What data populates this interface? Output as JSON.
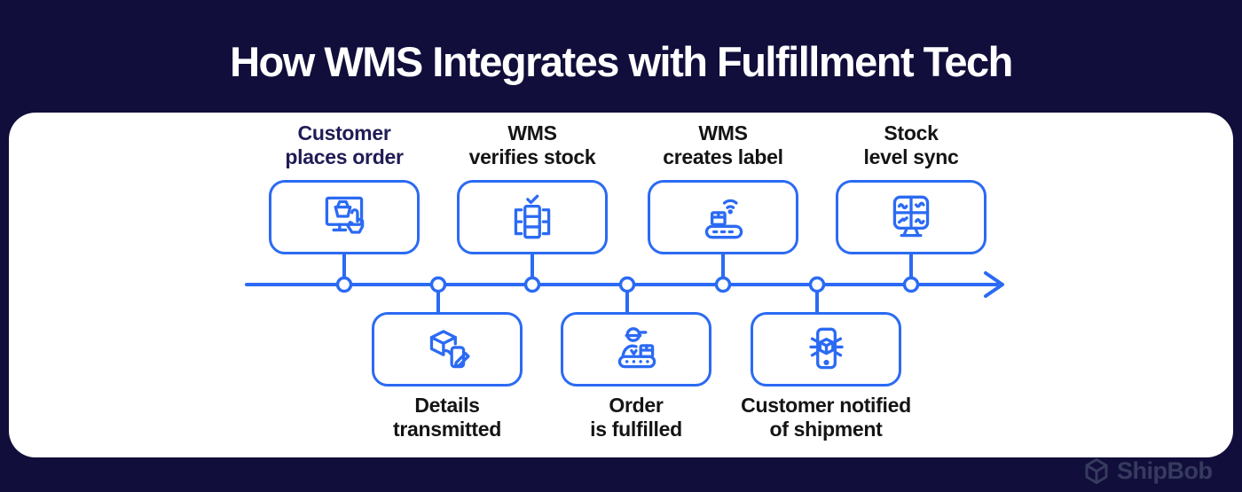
{
  "title": "How WMS Integrates with Fulfillment Tech",
  "colors": {
    "background": "#110E3C",
    "card": "#FFFFFF",
    "accent_blue": "#2B6AF3",
    "label_dark": "#141414",
    "label_navy": "#201C55",
    "logo_muted": "#363A5E"
  },
  "steps_top": [
    {
      "line1": "Customer",
      "line2": "places order",
      "icon": "order-screen-icon"
    },
    {
      "line1": "WMS",
      "line2": "verifies stock",
      "icon": "stock-rack-check-icon"
    },
    {
      "line1": "WMS",
      "line2": "creates label",
      "icon": "conveyor-wifi-icon"
    },
    {
      "line1": "Stock",
      "line2": "level sync",
      "icon": "sync-dashboard-icon"
    }
  ],
  "steps_bottom": [
    {
      "line1": "Details",
      "line2": "transmitted",
      "icon": "box-transmit-icon"
    },
    {
      "line1": "Order",
      "line2": "is fulfilled",
      "icon": "worker-conveyor-icon"
    },
    {
      "line1": "Customer notified",
      "line2": "of shipment",
      "icon": "phone-notification-icon"
    }
  ],
  "footer": {
    "brand": "ShipBob"
  }
}
